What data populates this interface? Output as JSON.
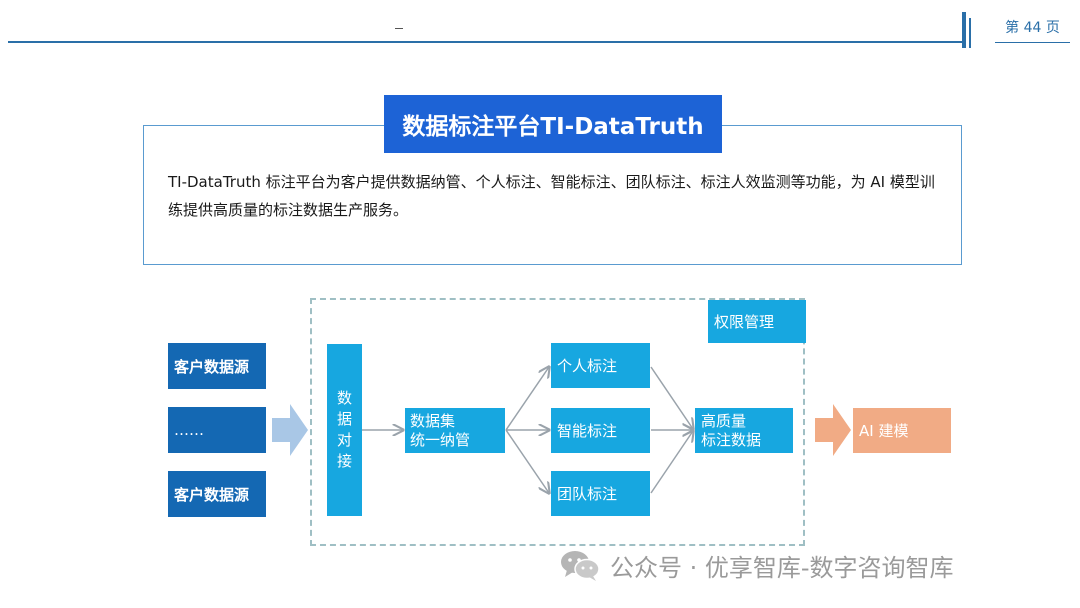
{
  "header": {
    "page_label": "第 44 页"
  },
  "title": "数据标注平台TI-DataTruth",
  "description": "TI-DataTruth 标注平台为客户提供数据纳管、个人标注、智能标注、团队标注、标注人效监测等功能，为 AI 模型训练提供高质量的标注数据生产服务。",
  "diagram": {
    "sources": [
      "客户数据源",
      "……",
      "客户数据源"
    ],
    "data_connect": "数据对接",
    "dataset_mgmt": "数据集\n统一纳管",
    "annotation_types": [
      "个人标注",
      "智能标注",
      "团队标注"
    ],
    "high_quality": "高质量\n标注数据",
    "permission": "权限管理",
    "ai_modeling": "AI 建模"
  },
  "watermark": {
    "text": "公众号 · 优享智库-数字咨询智库",
    "icon": "wechat-icon"
  },
  "colors": {
    "brand_blue": "#1d63d6",
    "source_blue": "#1468b3",
    "process_cyan": "#17a7e0",
    "output_orange": "#f1ab85",
    "line_blue": "#2a6fa8"
  }
}
